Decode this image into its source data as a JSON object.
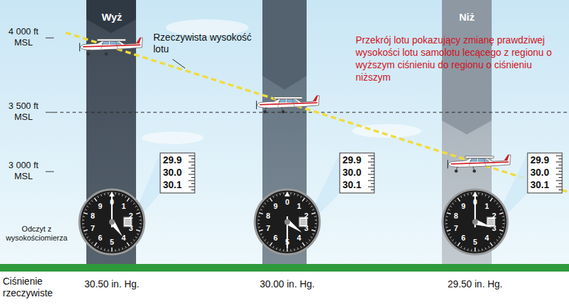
{
  "diagram": {
    "labels": [
      "Wyż",
      "Niż",
      "4 000 ft MSL",
      "Rzeczywista wysokość lotu",
      "Przekrój lotu pokazujący zmianę prawdziwej wysokości lotu samolotu lecącego z regionu o wyższym ciśnieniu do regionu o ciśnieniu niższym",
      "3 500 ft MSL",
      "3 000 ft MSL",
      "29.9",
      "30.0",
      "30.1",
      "29.9",
      "30.0",
      "30.1",
      "29.9",
      "30.0",
      "30.1",
      "0",
      "1",
      "2",
      "3",
      "4",
      "5",
      "6",
      "7",
      "8",
      "9",
      "0",
      "1",
      "2",
      "3",
      "4",
      "5",
      "6",
      "7",
      "8",
      "9",
      "0",
      "1",
      "2",
      "3",
      "4",
      "5",
      "6",
      "7",
      "8",
      "9",
      "Odczyt z wysokościomierza",
      "Ciśnienie rzeczywiste",
      "30.50 in. Hg.",
      "30.00 in. Hg.",
      "29.50 in. Hg."
    ]
  }
}
